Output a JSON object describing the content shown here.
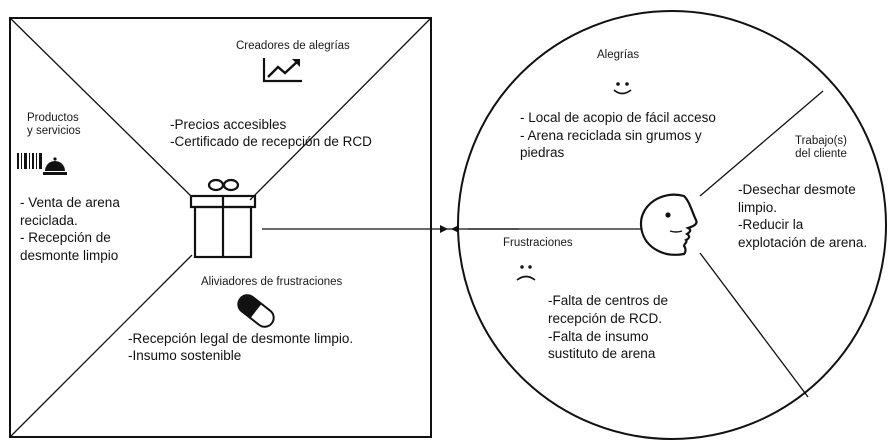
{
  "value_map": {
    "creadores": {
      "title": "Creadores de alegrías",
      "items": [
        "-Precios accesibles",
        "-Certificado de recepción de RCD"
      ]
    },
    "productos": {
      "title_line1": "Productos",
      "title_line2": "y servicios",
      "items": [
        "- Venta de arena",
        "reciclada.",
        "- Recepción de",
        "desmonte limpio"
      ]
    },
    "aliviadores": {
      "title": "Aliviadores de frustraciones",
      "items": [
        "-Recepción legal de desmonte limpio.",
        "-Insumo sostenible"
      ]
    }
  },
  "customer_profile": {
    "alegrias": {
      "title": "Alegrías",
      "items": [
        "- Local de acopio de fácil acceso",
        "- Arena reciclada sin grumos y",
        "piedras"
      ]
    },
    "trabajos": {
      "title_line1": "Trabajo(s)",
      "title_line2": "del cliente",
      "items": [
        "-Desechar desmote",
        "limpio.",
        "-Reducir la",
        "explotación de arena."
      ]
    },
    "frustraciones": {
      "title": "Frustraciones",
      "items": [
        "-Falta de centros de",
        "recepción de RCD.",
        "-Falta de insumo",
        "sustituto de arena"
      ]
    }
  },
  "icons": {
    "chart": "trending-up-chart-icon",
    "barcode": "barcode-icon",
    "service_bell": "service-bell-icon",
    "gift": "gift-icon",
    "pill": "pill-icon",
    "happy": "smiley-face-icon",
    "sad": "sad-face-icon",
    "face": "face-profile-icon"
  }
}
